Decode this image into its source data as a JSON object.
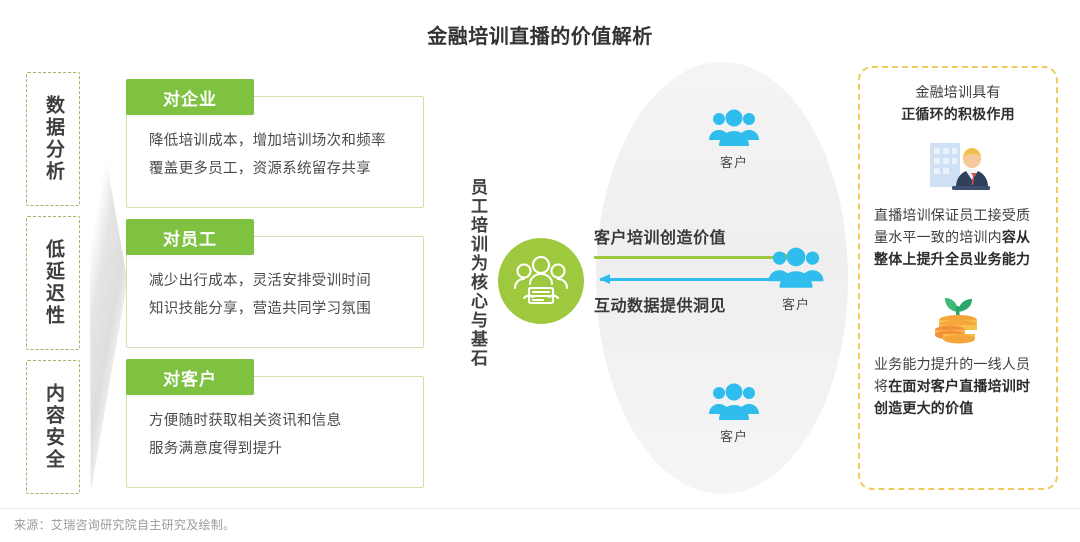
{
  "header": {
    "title": "金融培训直播的价值解析"
  },
  "pillars": [
    {
      "label": "数据分析"
    },
    {
      "label": "低延迟性"
    },
    {
      "label": "内容安全"
    }
  ],
  "cards": [
    {
      "tab": "对企业",
      "line1": "降低培训成本，增加培训场次和频率",
      "line2": "覆盖更多员工，资源系统留存共享"
    },
    {
      "tab": "对员工",
      "line1": "减少出行成本，灵活安排受训时间",
      "line2": "知识技能分享，营造共同学习氛围"
    },
    {
      "tab": "对客户",
      "line1": "方便随时获取相关资讯和信息",
      "line2": "服务满意度得到提升"
    }
  ],
  "center": {
    "vertical_caption": "员工培训为核心与基石",
    "hub_icon": "people-training-icon",
    "arrow_top_label": "客户培训创造价值",
    "arrow_bottom_label": "互动数据提供洞见",
    "arrow_top_color": "#9ec93e",
    "arrow_bottom_color": "#2fbdee",
    "nodes": [
      {
        "icon": "customer-group-icon",
        "label": "客户"
      },
      {
        "icon": "customer-group-icon",
        "label": "客户"
      },
      {
        "icon": "customer-group-icon",
        "label": "客户"
      }
    ]
  },
  "right_panel": {
    "border_color": "#efcb5c",
    "head_line1": "金融培训具有",
    "head_line2": "正循环的积极作用",
    "icon_1": "businessman-building-icon",
    "para_1_plain": "直播培训保证员工接受质量水平一致的培训内",
    "para_1_bold": "容从整体上提升全员业务能力",
    "icon_2": "sprout-coins-icon",
    "para_2_plain": "业务能力提升的一线人员将",
    "para_2_bold": "在面对客户直播培训时创造更大的价值"
  },
  "footer": {
    "source": "来源：艾瑞咨询研究院自主研究及绘制。"
  }
}
